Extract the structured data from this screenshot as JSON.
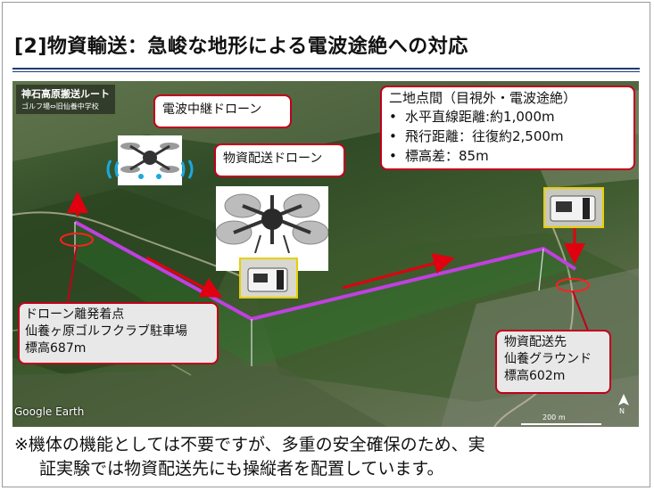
{
  "slide": {
    "title": "[2]物資輸送：急峻な地形による電波途絶への対応"
  },
  "map": {
    "label_title": "神石高原搬送ルート",
    "label_subtitle": "ゴルフ場⇔旧仙養中学校",
    "attribution": "Google Earth",
    "scale_text": "200 m",
    "north_marker": "N"
  },
  "info_box": {
    "heading": "二地点間（目視外・電波途絶）",
    "items": [
      "水平直線距離:約1,000m",
      "飛行距離：往復約2,500m",
      "標高差：85m"
    ]
  },
  "callouts": {
    "relay_drone": "電波中継ドローン",
    "delivery_drone": "物資配送ドローン",
    "takeoff_line1": "ドローン離発着点",
    "takeoff_line2": "仙養ヶ原ゴルフクラブ駐車場",
    "takeoff_line3": "標高687m",
    "dest_line1": "物資配送先",
    "dest_line2": "仙養グラウンド",
    "dest_line3": "標高602m"
  },
  "footnote": {
    "line1": "※機体の機能としては不要ですが、多重の安全確保のため、実",
    "line2": "証実験では物資配送先にも操縦者を配置しています。"
  },
  "colors": {
    "callout_border": "#c0001a",
    "route_line": "#c040e0",
    "arrow": "#e00010",
    "photo_border": "#e6d000",
    "title_rule": "#1f3a78"
  }
}
